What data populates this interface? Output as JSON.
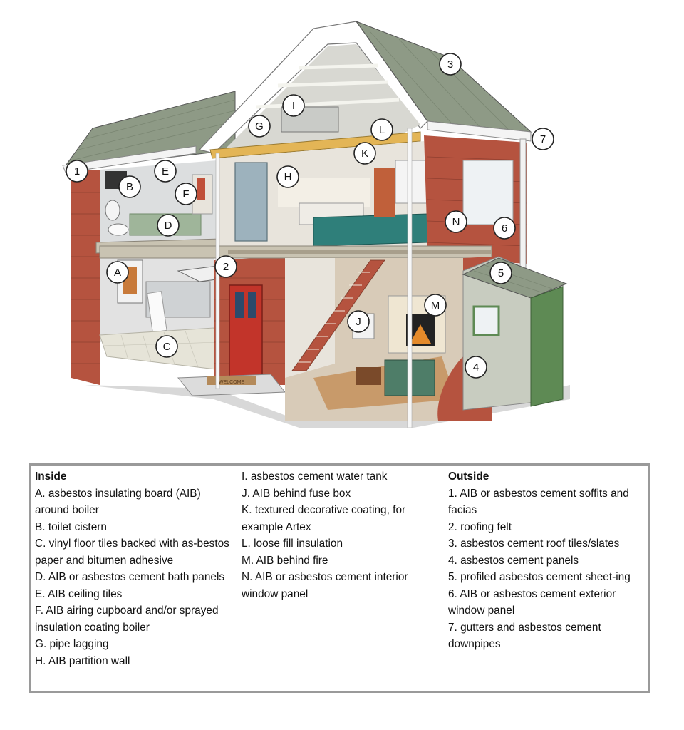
{
  "markers": {
    "inside": [
      "A",
      "B",
      "C",
      "D",
      "E",
      "F",
      "G",
      "H",
      "I",
      "J",
      "K",
      "L",
      "M",
      "N"
    ],
    "outside": [
      "1",
      "2",
      "3",
      "4",
      "5",
      "6",
      "7"
    ]
  },
  "door_mat_text": "WELCOME",
  "legend": {
    "inside_heading": "Inside",
    "outside_heading": "Outside",
    "inside_items": [
      "A. asbestos insulating board (AIB) around boiler",
      "B. toilet cistern",
      "C. vinyl floor tiles backed with as-bestos paper and bitumen adhesive",
      "D. AIB or asbestos cement bath panels",
      "E. AIB ceiling tiles",
      "F. AIB airing cupboard and/or sprayed insulation coating boiler",
      "G. pipe lagging",
      "H. AIB partition wall",
      "I. asbestos cement water tank",
      "J. AIB behind fuse box",
      "K. textured decorative coating, for example Artex",
      "L. loose fill insulation",
      "M. AIB behind fire",
      "N. AIB or asbestos cement interior window panel"
    ],
    "outside_items": [
      "1. AIB or asbestos cement soffits and facias",
      "2. roofing felt",
      "3. asbestos cement roof tiles/slates",
      "4. asbestos cement panels",
      "5. profiled asbestos cement sheet-ing",
      "6. AIB or asbestos cement exterior window panel",
      "7. gutters and asbestos cement downpipes"
    ]
  },
  "colors": {
    "brick": "#b5533f",
    "roof": "#8e9a86",
    "wall_interior": "#e8e4dc",
    "floor_wood": "#c89a6a",
    "bed_teal": "#2f7f7a",
    "front_door": "#c2342a",
    "shed": "#c8ccc0",
    "shed_door": "#5e8a54"
  }
}
